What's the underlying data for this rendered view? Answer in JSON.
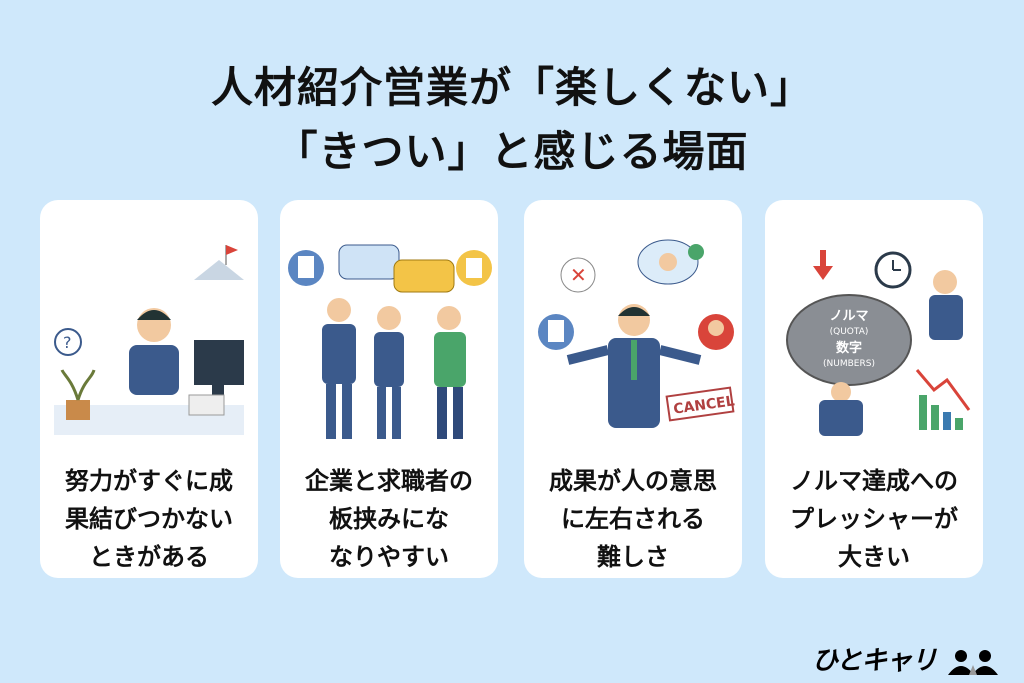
{
  "title": {
    "line1": "人材紹介営業が「楽しくない」",
    "line2": "「きつい」と感じる場面"
  },
  "cards": [
    {
      "lines": [
        "努力がすぐに成",
        "果結びつかない",
        "ときがある"
      ]
    },
    {
      "lines": [
        "企業と求職者の",
        "板挟みにな",
        "なりやすい"
      ]
    },
    {
      "lines": [
        "成果が人の意思",
        "に左右される",
        "難しさ"
      ]
    },
    {
      "lines": [
        "ノルマ達成への",
        "プレッシャーが",
        "大きい"
      ]
    }
  ],
  "illustrations": {
    "cancel_stamp": "CANCEL",
    "rock_label1": "ノルマ",
    "rock_label2": "(QUOTA)",
    "rock_label3": "数字",
    "rock_label4": "(NUMBERS)"
  },
  "logo": "ひとキャリ",
  "colors": {
    "background": "#cfe8fb",
    "card": "#ffffff",
    "suit": "#3b5a8c",
    "accent_red": "#d9443a"
  }
}
